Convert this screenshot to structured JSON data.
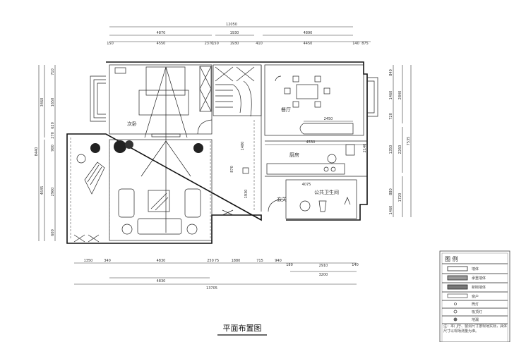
{
  "title": "平面布置图",
  "rooms": {
    "bedroom": "次卧",
    "dining": "餐厅",
    "kitchen": "厨房",
    "entry": "玄关",
    "bathroom": "公共卫生间"
  },
  "dimensions": {
    "top_total": "12050",
    "top_row2": [
      "4870",
      "1930",
      "4890"
    ],
    "top_row3": [
      "150",
      "4550",
      "2370",
      "150",
      "1930",
      "410",
      "4450",
      "140",
      "875"
    ],
    "bottom_row1": [
      "1350",
      "340",
      "4830",
      "250",
      "75",
      "1880",
      "715",
      "940",
      "180",
      "2910",
      "140"
    ],
    "bottom_row2": [
      "4830",
      "3200"
    ],
    "bottom_total": "13705",
    "left_total": "8440",
    "left_row2": [
      "3460",
      "4645"
    ],
    "left_row3": [
      "710",
      "1650",
      "620",
      "270",
      "900",
      "2960",
      "600"
    ],
    "right_row1": [
      "840",
      "1460",
      "720",
      "1350",
      "880",
      "1460"
    ],
    "right_row2": [
      "2840",
      "2260",
      "1720"
    ],
    "right_total": "7535",
    "interior": [
      "2450",
      "4530",
      "2140",
      "1480",
      "870",
      "1930",
      "4075"
    ]
  },
  "legend": {
    "heading": "图  例",
    "items": [
      "墙体",
      "承重墙体",
      "新砌墙体",
      "窗户",
      "筒灯",
      "吸顶灯",
      "地漏"
    ],
    "note": "注：本门厅、窗洞尺寸按现场实际，具体尺寸以现场测量为准。"
  }
}
